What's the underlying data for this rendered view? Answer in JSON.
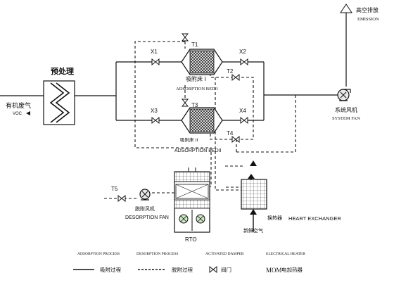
{
  "labels": {
    "emission_cn": "高空排放",
    "emission_en": "EMISSION",
    "pretreat": "预处理",
    "voc_cn": "有机废气",
    "voc_en": "VOC",
    "x1": "X1",
    "x2": "X2",
    "x3": "X3",
    "x4": "X4",
    "t1": "T1",
    "t2": "T2",
    "t3": "T3",
    "t4": "T4",
    "t5": "T5",
    "bed1_cn": "吸附床 I",
    "bed1_en": "ADSORPTION BED I",
    "bed2_cn": "吸附床 II",
    "bed2_en": "ADSORPTION BEDII",
    "sysfan_cn": "系统风机",
    "sysfan_en": "SYSTEM FAN",
    "desfan_cn": "脱附风机",
    "desfan_en": "DESORPTION FAN",
    "rto": "RTO",
    "hx_cn": "换热器",
    "hx_en": "HEART EXCHANGER",
    "fresh_cn": "新鲜空气"
  },
  "legend": {
    "adsorption_en": "ADSORPTION PROCESS",
    "desorption_en": "DESORPTION PROCESS",
    "damper_en": "ACTIVATED DAMPER",
    "heater_en": "ELECTRICAL HEATER",
    "adsorption_cn": "吸附过程",
    "desorption_cn": "脱附过程",
    "damper_cn": "阀门",
    "heater_cn": "电加热器",
    "heater_symbol": "MOM"
  }
}
